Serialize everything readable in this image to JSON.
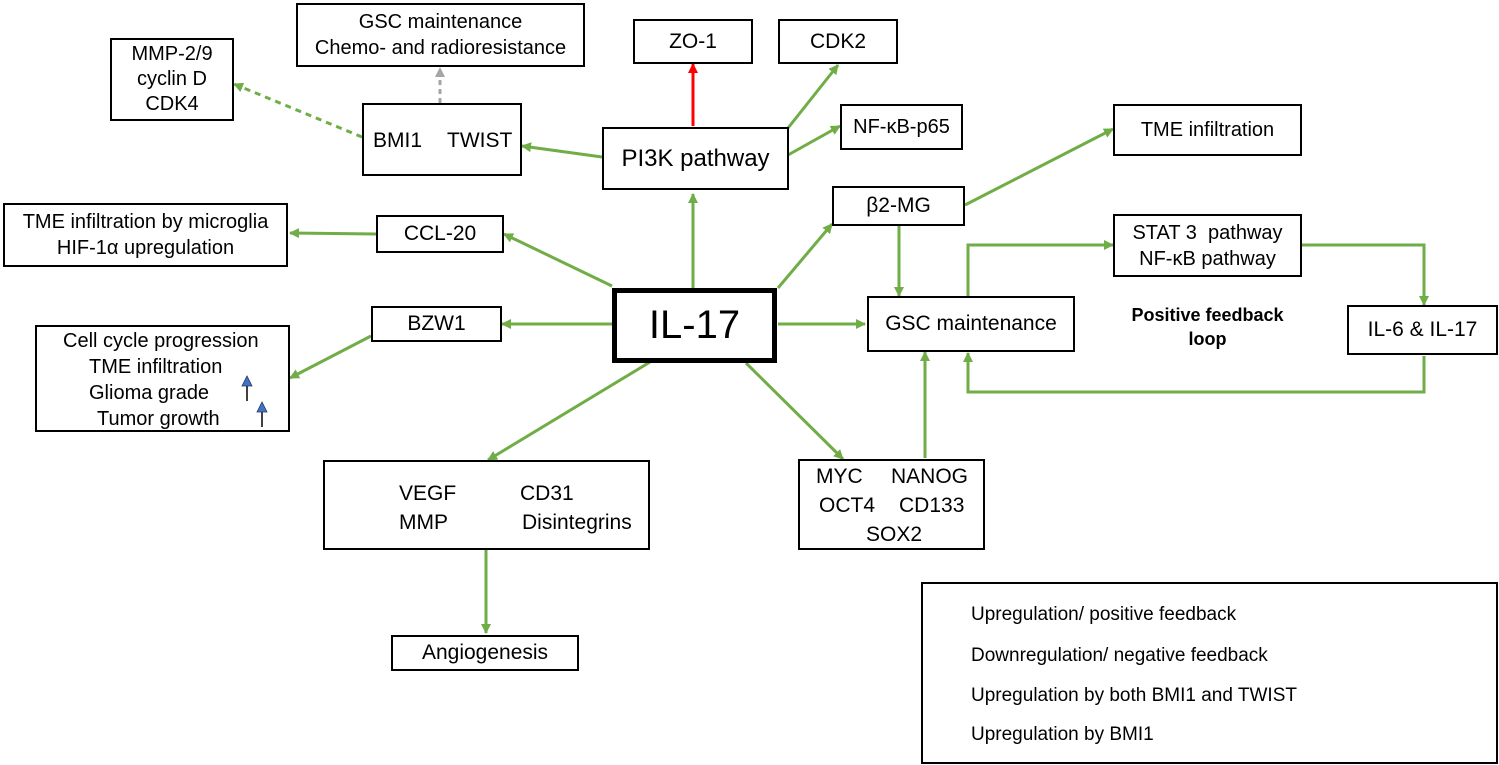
{
  "nodes": {
    "il17": "IL-17",
    "pi3k": "PI3K pathway",
    "zo1": "ZO-1",
    "cdk2": "CDK2",
    "nfkb_p65": "NF-κB-p65",
    "bmi1": "BMI1",
    "twist": "TWIST",
    "gsc_top": [
      "GSC maintenance",
      "Chemo- and radioresistance"
    ],
    "mmp_group": [
      "MMP-2/9",
      "cyclin D",
      "CDK4"
    ],
    "ccl20": "CCL-20",
    "tme_microglia": [
      "TME infiltration by microglia",
      "HIF-1α upregulation"
    ],
    "bzw1": "BZW1",
    "cell_cycle": [
      "Cell cycle progression",
      "TME infiltration",
      "Glioma grade",
      "Tumor growth"
    ],
    "angio_group": {
      "vegf": "VEGF",
      "cd31": "CD31",
      "mmp": "MMP",
      "disintegrins": "Disintegrins"
    },
    "angiogenesis": "Angiogenesis",
    "b2mg": "β2-MG",
    "tme_infiltration": "TME infiltration",
    "gsc_maintenance": "GSC maintenance",
    "stat3": [
      "STAT 3  pathway",
      "NF-κB pathway"
    ],
    "il6_il17": "IL-6 & IL-17",
    "positive_feedback": [
      "Positive feedback",
      "loop"
    ],
    "stem_factors": {
      "myc": "MYC",
      "nanog": "NANOG",
      "oct4": "OCT4",
      "cd133": "CD133",
      "sox2": "SOX2"
    }
  },
  "legend": {
    "items": [
      {
        "label": "Upregulation/ positive feedback",
        "color": "#70ad47",
        "style": "solid"
      },
      {
        "label": "Downregulation/ negative feedback",
        "color": "#ff0000",
        "style": "solid"
      },
      {
        "label": "Upregulation by both BMI1 and TWIST",
        "color": "#70ad47",
        "style": "dashed"
      },
      {
        "label": "Upregulation by BMI1",
        "color": "#a6a6a6",
        "style": "dashed"
      }
    ]
  },
  "colors": {
    "green": "#70ad47",
    "red": "#ff0000",
    "gray": "#a6a6a6",
    "triangle": "#4472c4"
  }
}
